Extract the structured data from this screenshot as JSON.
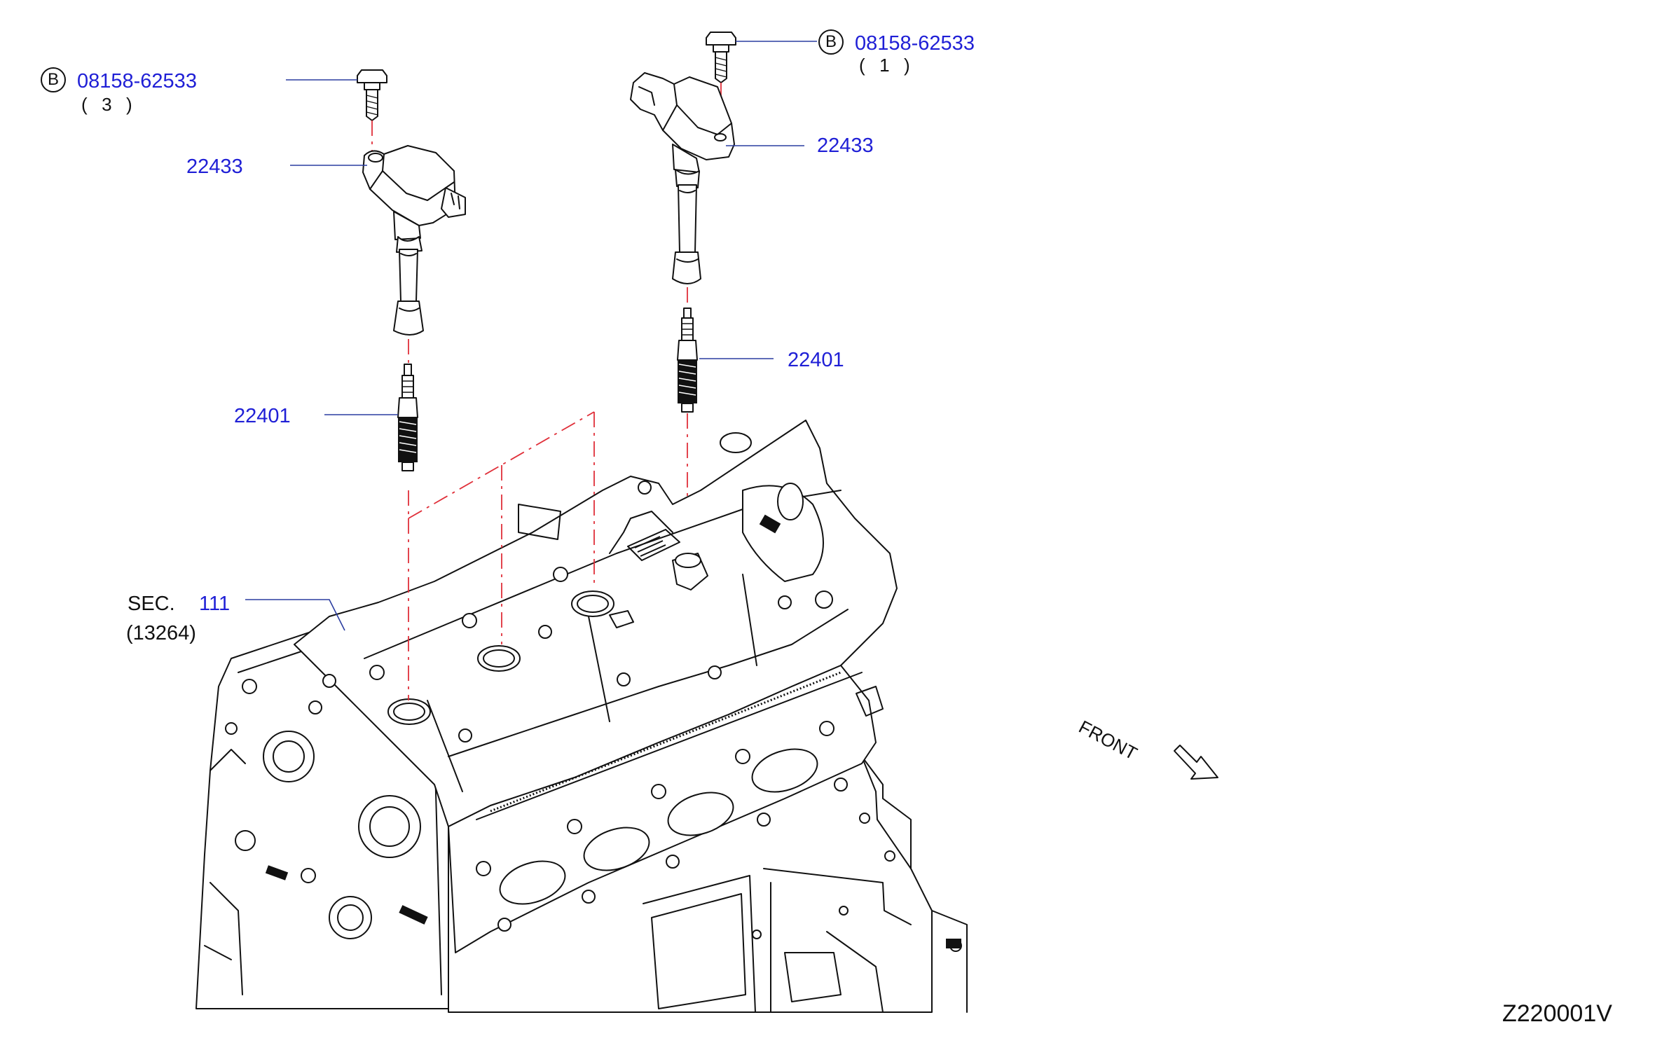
{
  "labels": {
    "bolt_left": {
      "badge": "B",
      "part": "08158-62533",
      "qty": "(  3  )"
    },
    "bolt_right": {
      "badge": "B",
      "part": "08158-62533",
      "qty": "(  1  )"
    },
    "coil_left": "22433",
    "coil_right": "22433",
    "plug_left": "22401",
    "plug_right": "22401",
    "section": {
      "prefix": "SEC.",
      "number": "111",
      "ref": "(13264)"
    },
    "front": "FRONT",
    "diagram_id": "Z220001V"
  },
  "colors": {
    "callout": "#1f1fd6",
    "centerline": "#e0303a",
    "line": "#111111"
  }
}
